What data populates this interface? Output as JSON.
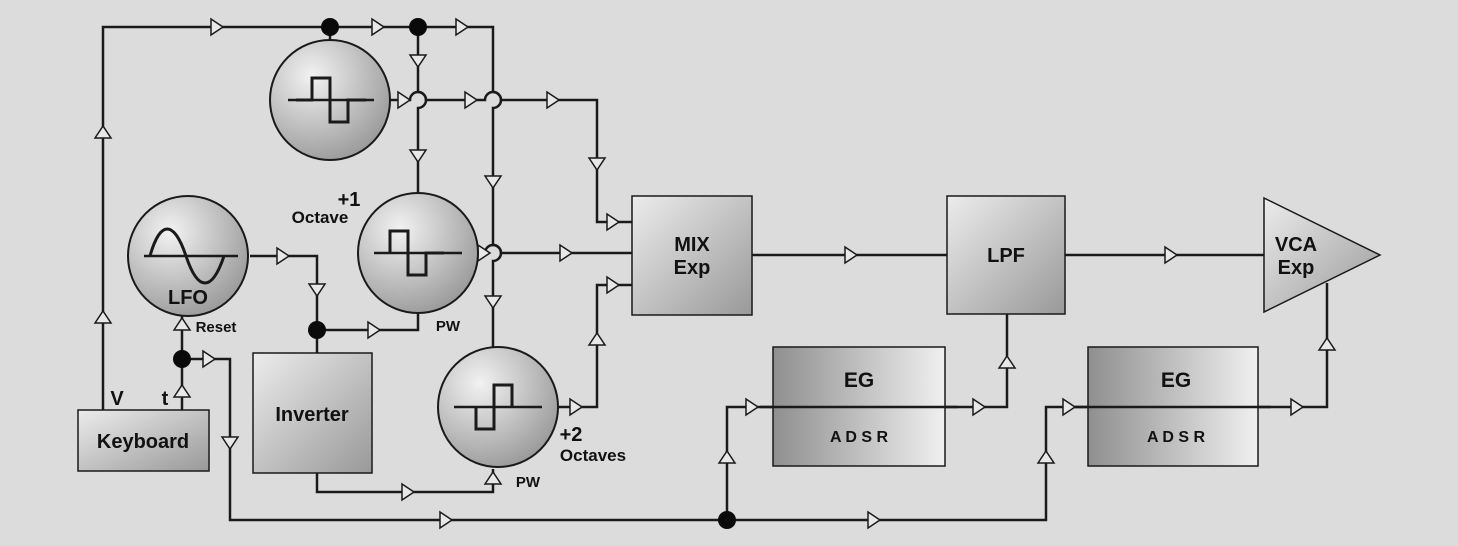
{
  "blocks": {
    "keyboard": "Keyboard",
    "lfo": "LFO",
    "inverter": "Inverter",
    "mix_line1": "MIX",
    "mix_line2": "Exp",
    "lpf": "LPF",
    "vca_line1": "VCA",
    "vca_line2": "Exp",
    "eg1_title": "EG",
    "eg1_params": "A D S R",
    "eg2_title": "EG",
    "eg2_params": "A D S R"
  },
  "labels": {
    "v": "V",
    "t": "t",
    "reset": "Reset",
    "plus1": "+1",
    "octave": "Octave",
    "pw1": "PW",
    "plus2": "+2",
    "octaves": "Octaves",
    "pw2": "PW"
  },
  "colors": {
    "background": "#dcdcdc",
    "line": "#1a1a1a",
    "box_light": "#ececec",
    "box_dark": "#9a9a9a"
  }
}
